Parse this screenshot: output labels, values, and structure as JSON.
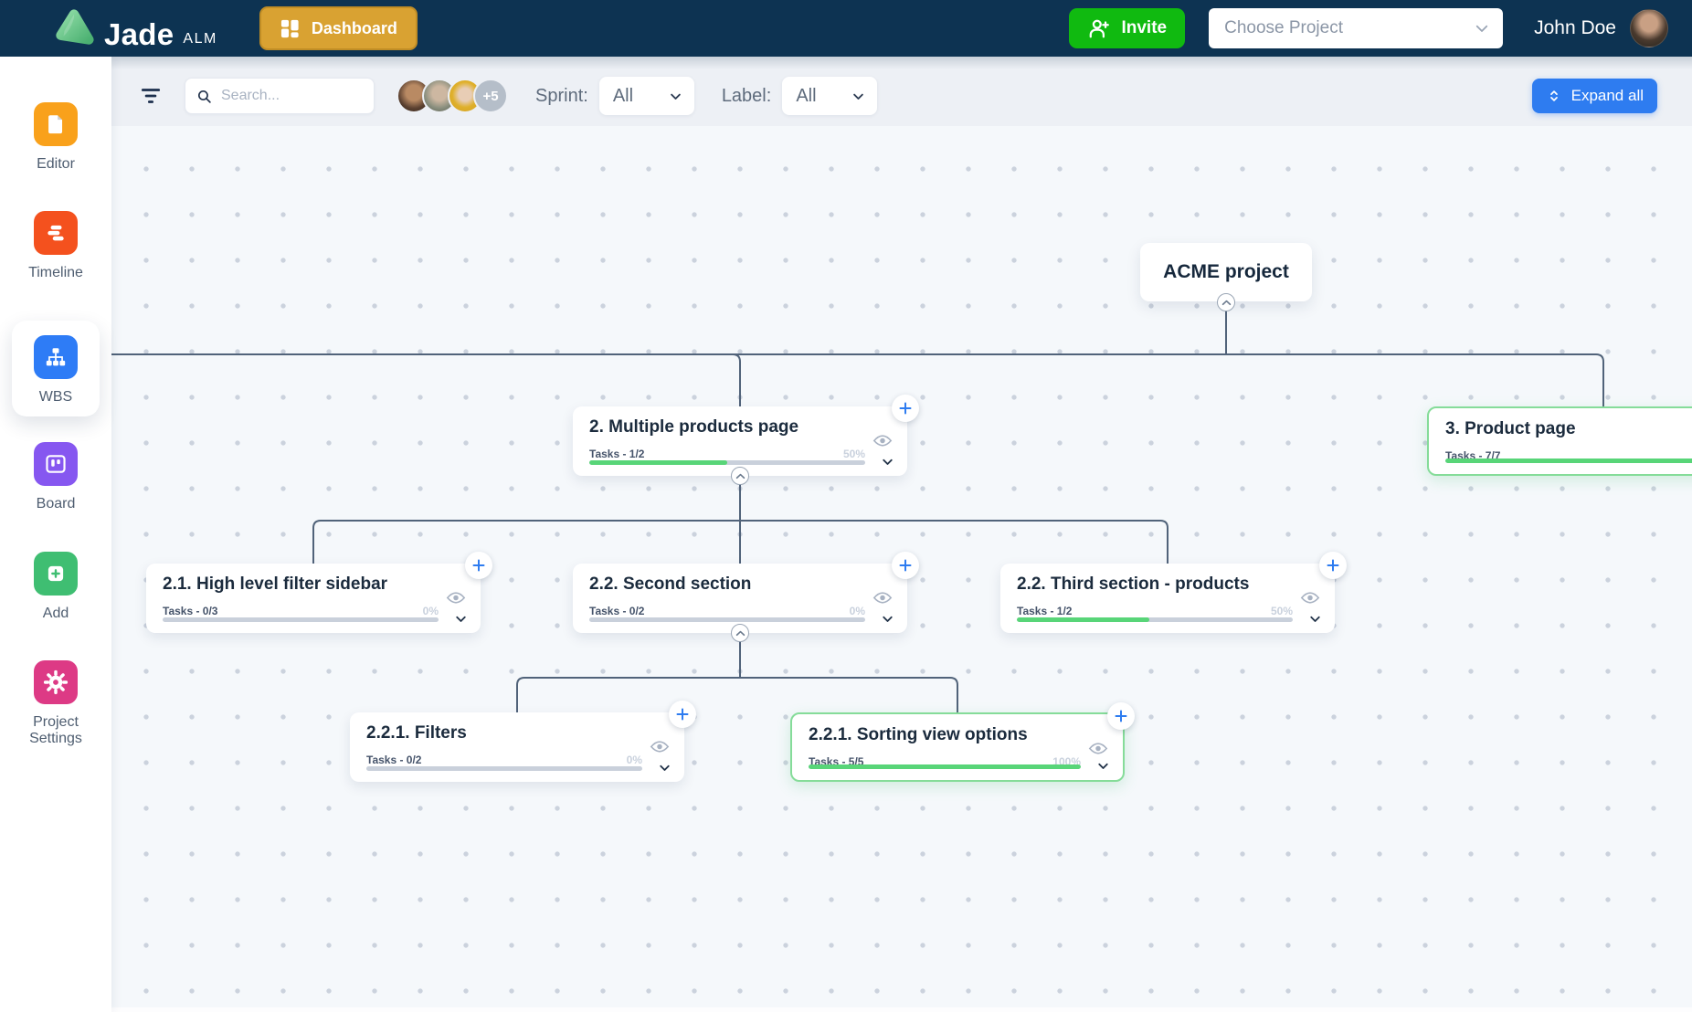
{
  "navbar": {
    "brand_name": "Jade",
    "brand_suffix": "ALM",
    "dashboard_label": "Dashboard",
    "invite_label": "Invite",
    "project_select_placeholder": "Choose Project",
    "user_name": "John Doe"
  },
  "sidebar": {
    "items": [
      {
        "label": "Editor",
        "color": "#F9A11B",
        "active": false
      },
      {
        "label": "Timeline",
        "color": "#F4511E",
        "active": false
      },
      {
        "label": "WBS",
        "color": "#2E7CF6",
        "active": true
      },
      {
        "label": "Board",
        "color": "#8657F0",
        "active": false
      },
      {
        "label": "Add",
        "color": "#3FBE72",
        "active": false
      },
      {
        "label": "Project Settings",
        "color": "#DD3A85",
        "active": false
      }
    ]
  },
  "toolbar": {
    "search_placeholder": "Search...",
    "avatar_overflow": "+5",
    "sprint_label": "Sprint:",
    "sprint_value": "All",
    "label_label": "Label:",
    "label_value": "All",
    "expand_all_label": "Expand all"
  },
  "wbs": {
    "root_title": "ACME project",
    "nodes": [
      {
        "title": "2. Multiple products page",
        "tasks_label": "Tasks - 1/2",
        "percent": "50%",
        "progress": 50,
        "highlighted": false
      },
      {
        "title": "3. Product page",
        "tasks_label": "Tasks - 7/7",
        "percent": "",
        "progress": 100,
        "highlighted": true
      },
      {
        "title": "2.1. High level filter sidebar",
        "tasks_label": "Tasks - 0/3",
        "percent": "0%",
        "progress": 0,
        "highlighted": false
      },
      {
        "title": "2.2. Second section",
        "tasks_label": "Tasks - 0/2",
        "percent": "0%",
        "progress": 0,
        "highlighted": false
      },
      {
        "title": "2.2. Third section - products",
        "tasks_label": "Tasks - 1/2",
        "percent": "50%",
        "progress": 48,
        "highlighted": false
      },
      {
        "title": "2.2.1. Filters",
        "tasks_label": "Tasks - 0/2",
        "percent": "0%",
        "progress": 0,
        "highlighted": false
      },
      {
        "title": "2.2.1. Sorting view options",
        "tasks_label": "Tasks - 5/5",
        "percent": "100%",
        "progress": 100,
        "highlighted": true
      }
    ]
  },
  "colors": {
    "navbar_bg": "#0d3352",
    "accent_blue": "#2e7cf0",
    "dashboard_gold": "#d9a232",
    "invite_green": "#10ba10",
    "progress_green": "#58d578",
    "node_done_border": "#85dc99",
    "connector_line": "#51637a"
  }
}
